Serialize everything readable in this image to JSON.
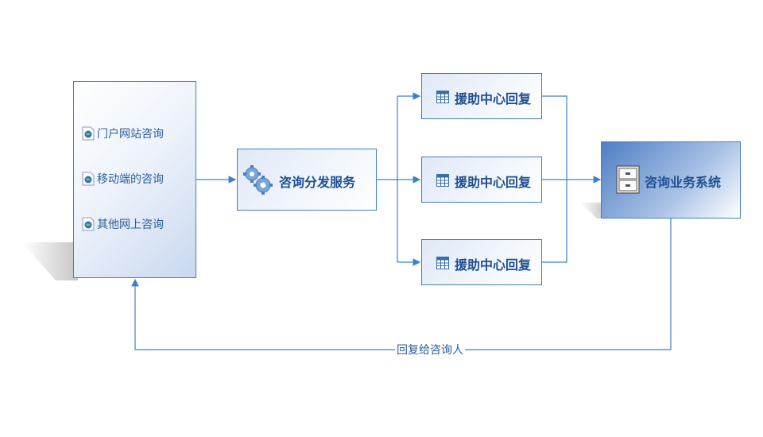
{
  "channels": {
    "items": [
      {
        "label": "门户网站咨询"
      },
      {
        "label": "移动端的咨询"
      },
      {
        "label": "其他网上咨询"
      }
    ]
  },
  "dispatch": {
    "label": "咨询分发服务",
    "icon": "gears-icon"
  },
  "help_centers": [
    {
      "label": "援助中心回复",
      "icon": "table-icon"
    },
    {
      "label": "援助中心回复",
      "icon": "table-icon"
    },
    {
      "label": "援助中心回复",
      "icon": "table-icon"
    }
  ],
  "business_system": {
    "label": "咨询业务系统",
    "icon": "filing-cabinet-icon"
  },
  "return_flow": {
    "label": "回复给咨询人"
  },
  "colors": {
    "line": "#3f7fc6",
    "text": "#1f4f8f",
    "accent_dark": "#4f7ec4"
  }
}
